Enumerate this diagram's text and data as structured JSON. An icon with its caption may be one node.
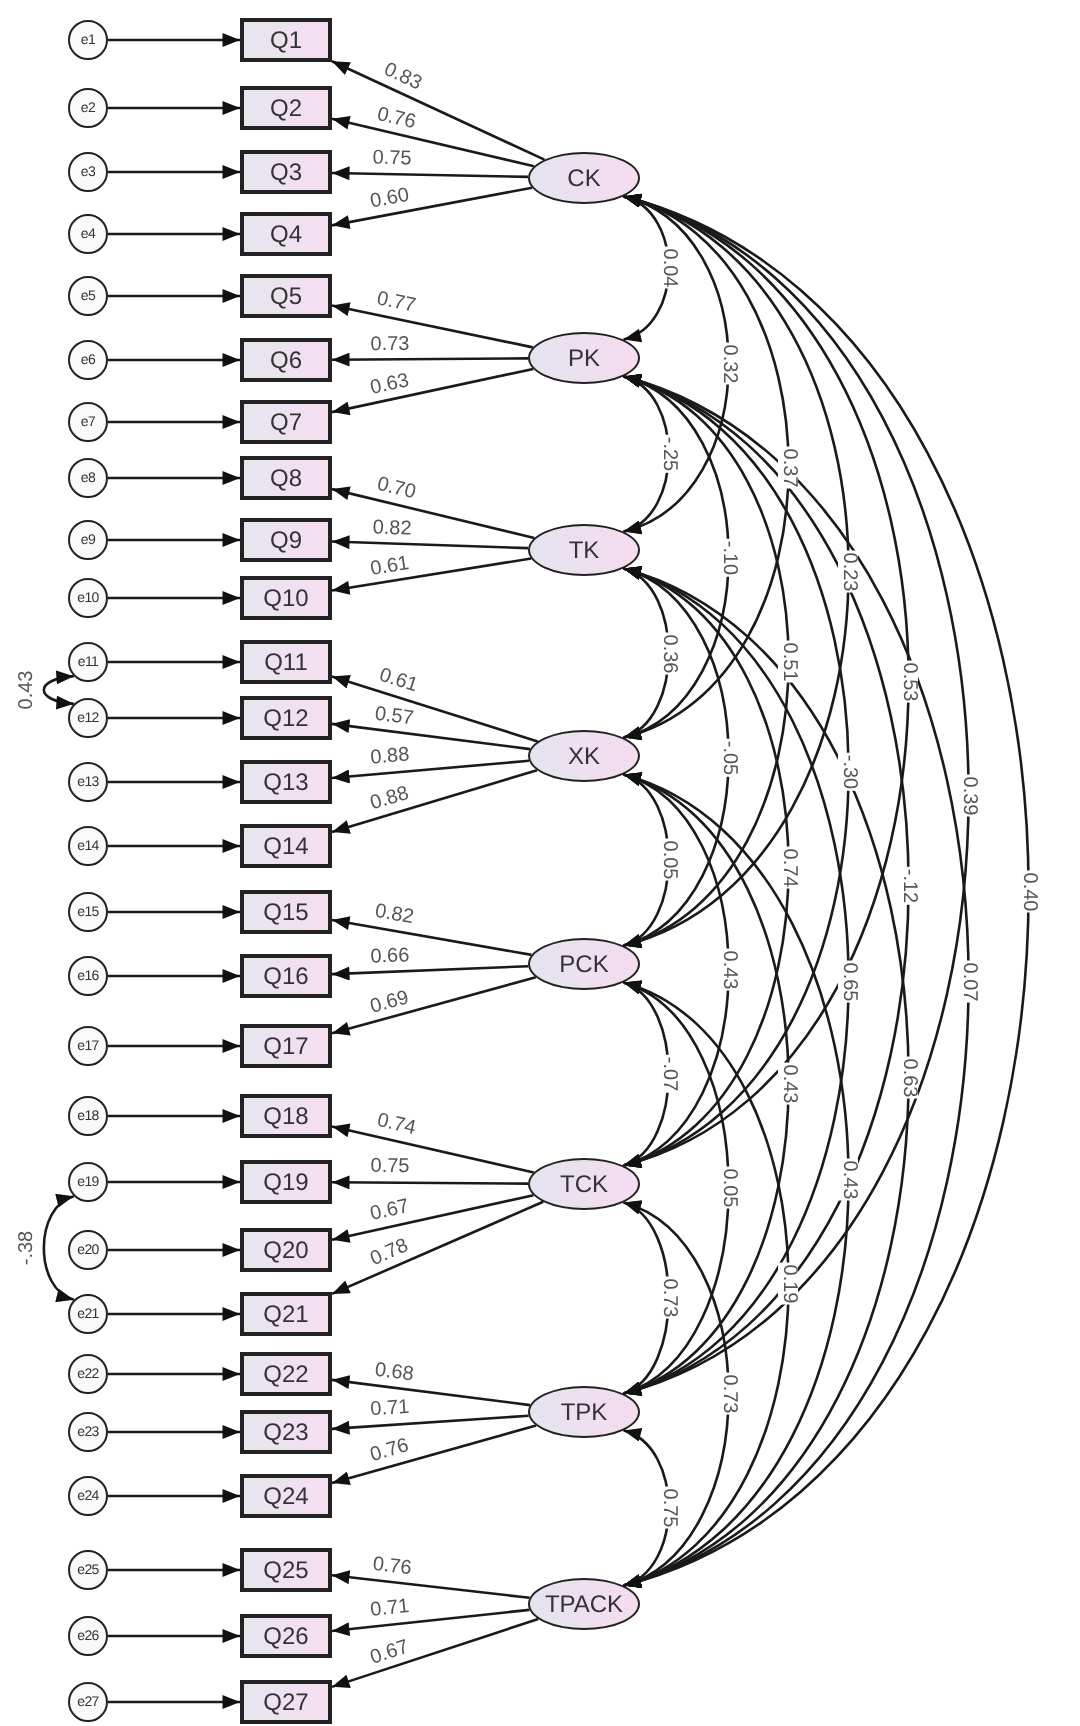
{
  "diagram": {
    "nodes": [
      {
        "text": [
          "e1"
        ]
      },
      {
        "text": [
          "e2"
        ]
      },
      {
        "text": [
          "e3"
        ]
      },
      {
        "text": [
          "e4"
        ]
      },
      {
        "text": [
          "e5"
        ]
      },
      {
        "text": [
          "e6"
        ]
      },
      {
        "text": [
          "e7"
        ]
      },
      {
        "text": [
          "e8"
        ]
      },
      {
        "text": [
          "e9"
        ]
      },
      {
        "text": [
          "e10"
        ]
      },
      {
        "text": [
          "e11"
        ]
      },
      {
        "text": [
          "e12"
        ]
      },
      {
        "text": [
          "e13"
        ]
      },
      {
        "text": [
          "e14"
        ]
      },
      {
        "text": [
          "e15"
        ]
      },
      {
        "text": [
          "e16"
        ]
      },
      {
        "text": [
          "e17"
        ]
      },
      {
        "text": [
          "e18"
        ]
      },
      {
        "text": [
          "e19"
        ]
      },
      {
        "text": [
          "e20"
        ]
      },
      {
        "text": [
          "e21"
        ]
      },
      {
        "text": [
          "e22"
        ]
      },
      {
        "text": [
          "e23"
        ]
      },
      {
        "text": [
          "e24"
        ]
      },
      {
        "text": [
          "e25"
        ]
      },
      {
        "text": [
          "e26"
        ]
      },
      {
        "text": [
          "e27"
        ]
      },
      {
        "text": [
          "Q1"
        ]
      },
      {
        "text": [
          "Q2"
        ]
      },
      {
        "text": [
          "Q3"
        ]
      },
      {
        "text": [
          "Q4"
        ]
      },
      {
        "text": [
          "Q5"
        ]
      },
      {
        "text": [
          "Q6"
        ]
      },
      {
        "text": [
          "Q7"
        ]
      },
      {
        "text": [
          "Q8"
        ]
      },
      {
        "text": [
          "Q9"
        ]
      },
      {
        "text": [
          "Q10"
        ]
      },
      {
        "text": [
          "Q11"
        ]
      },
      {
        "text": [
          "Q12"
        ]
      },
      {
        "text": [
          "Q13"
        ]
      },
      {
        "text": [
          "Q14"
        ]
      },
      {
        "text": [
          "Q15"
        ]
      },
      {
        "text": [
          "Q16"
        ]
      },
      {
        "text": [
          "Q17"
        ]
      },
      {
        "text": [
          "Q18"
        ]
      },
      {
        "text": [
          "Q19"
        ]
      },
      {
        "text": [
          "Q20"
        ]
      },
      {
        "text": [
          "Q21"
        ]
      },
      {
        "text": [
          "Q22"
        ]
      },
      {
        "text": [
          "Q23"
        ]
      },
      {
        "text": [
          "Q24"
        ]
      },
      {
        "text": [
          "Q25"
        ]
      },
      {
        "text": [
          "Q26"
        ]
      },
      {
        "text": [
          "Q27"
        ]
      },
      {
        "text": [
          "CK"
        ]
      },
      {
        "text": [
          "PK"
        ]
      },
      {
        "text": [
          "TK"
        ]
      },
      {
        "text": [
          "XK"
        ]
      },
      {
        "text": [
          "PCK"
        ]
      },
      {
        "text": [
          "TCK"
        ]
      },
      {
        "text": [
          "TPK"
        ]
      },
      {
        "text": [
          "TPACK"
        ]
      }
    ],
    "edges": [
      {
        "from": 0,
        "to": 27,
        "arrow": "to"
      },
      {
        "from": 1,
        "to": 28,
        "arrow": "to"
      },
      {
        "from": 2,
        "to": 29,
        "arrow": "to"
      },
      {
        "from": 3,
        "to": 30,
        "arrow": "to"
      },
      {
        "from": 4,
        "to": 31,
        "arrow": "to"
      },
      {
        "from": 5,
        "to": 32,
        "arrow": "to"
      },
      {
        "from": 6,
        "to": 33,
        "arrow": "to"
      },
      {
        "from": 7,
        "to": 34,
        "arrow": "to"
      },
      {
        "from": 8,
        "to": 35,
        "arrow": "to"
      },
      {
        "from": 9,
        "to": 36,
        "arrow": "to"
      },
      {
        "from": 10,
        "to": 37,
        "arrow": "to"
      },
      {
        "from": 11,
        "to": 38,
        "arrow": "to"
      },
      {
        "from": 12,
        "to": 39,
        "arrow": "to"
      },
      {
        "from": 13,
        "to": 40,
        "arrow": "to"
      },
      {
        "from": 14,
        "to": 41,
        "arrow": "to"
      },
      {
        "from": 15,
        "to": 42,
        "arrow": "to"
      },
      {
        "from": 16,
        "to": 43,
        "arrow": "to"
      },
      {
        "from": 17,
        "to": 44,
        "arrow": "to"
      },
      {
        "from": 18,
        "to": 45,
        "arrow": "to"
      },
      {
        "from": 19,
        "to": 46,
        "arrow": "to"
      },
      {
        "from": 20,
        "to": 47,
        "arrow": "to"
      },
      {
        "from": 21,
        "to": 48,
        "arrow": "to"
      },
      {
        "from": 22,
        "to": 49,
        "arrow": "to"
      },
      {
        "from": 23,
        "to": 50,
        "arrow": "to"
      },
      {
        "from": 24,
        "to": 51,
        "arrow": "to"
      },
      {
        "from": 25,
        "to": 52,
        "arrow": "to"
      },
      {
        "from": 26,
        "to": 53,
        "arrow": "to"
      },
      {
        "from": 54,
        "to": 27,
        "arrow": "to",
        "label": "0.83"
      },
      {
        "from": 54,
        "to": 28,
        "arrow": "to",
        "label": "0.76"
      },
      {
        "from": 54,
        "to": 29,
        "arrow": "to",
        "label": "0.75"
      },
      {
        "from": 54,
        "to": 30,
        "arrow": "to",
        "label": "0.60"
      },
      {
        "from": 55,
        "to": 31,
        "arrow": "to",
        "label": "0.77"
      },
      {
        "from": 55,
        "to": 32,
        "arrow": "to",
        "label": "0.73"
      },
      {
        "from": 55,
        "to": 33,
        "arrow": "to",
        "label": "0.63"
      },
      {
        "from": 56,
        "to": 34,
        "arrow": "to",
        "label": "0.70"
      },
      {
        "from": 56,
        "to": 35,
        "arrow": "to",
        "label": "0.82"
      },
      {
        "from": 56,
        "to": 36,
        "arrow": "to",
        "label": "0.61"
      },
      {
        "from": 57,
        "to": 37,
        "arrow": "to",
        "label": "0.61"
      },
      {
        "from": 57,
        "to": 38,
        "arrow": "to",
        "label": "0.57"
      },
      {
        "from": 57,
        "to": 39,
        "arrow": "to",
        "label": "0.88"
      },
      {
        "from": 57,
        "to": 40,
        "arrow": "to",
        "label": "0.88"
      },
      {
        "from": 58,
        "to": 41,
        "arrow": "to",
        "label": "0.82"
      },
      {
        "from": 58,
        "to": 42,
        "arrow": "to",
        "label": "0.66"
      },
      {
        "from": 58,
        "to": 43,
        "arrow": "to",
        "label": "0.69"
      },
      {
        "from": 59,
        "to": 44,
        "arrow": "to",
        "label": "0.74"
      },
      {
        "from": 59,
        "to": 45,
        "arrow": "to",
        "label": "0.75"
      },
      {
        "from": 59,
        "to": 46,
        "arrow": "to",
        "label": "0.67"
      },
      {
        "from": 59,
        "to": 47,
        "arrow": "to",
        "label": "0.78"
      },
      {
        "from": 60,
        "to": 48,
        "arrow": "to",
        "label": "0.68"
      },
      {
        "from": 60,
        "to": 49,
        "arrow": "to",
        "label": "0.71"
      },
      {
        "from": 60,
        "to": 50,
        "arrow": "to",
        "label": "0.76"
      },
      {
        "from": 61,
        "to": 51,
        "arrow": "to",
        "label": "0.76"
      },
      {
        "from": 61,
        "to": 52,
        "arrow": "to",
        "label": "0.71"
      },
      {
        "from": 61,
        "to": 53,
        "arrow": "to",
        "label": "0.67"
      },
      {
        "from": 10,
        "to": 11,
        "arrow": "both",
        "label": "0.43"
      },
      {
        "from": 18,
        "to": 20,
        "arrow": "both",
        "label": "-.38"
      },
      {
        "from": 54,
        "to": 55,
        "arrow": "both",
        "label": "0.04"
      },
      {
        "from": 54,
        "to": 56,
        "arrow": "both",
        "label": "0.32"
      },
      {
        "from": 54,
        "to": 57,
        "arrow": "both",
        "label": "0.37"
      },
      {
        "from": 54,
        "to": 58,
        "arrow": "both",
        "label": "0.23"
      },
      {
        "from": 54,
        "to": 59,
        "arrow": "both",
        "label": "0.53"
      },
      {
        "from": 54,
        "to": 60,
        "arrow": "both",
        "label": "0.39"
      },
      {
        "from": 54,
        "to": 61,
        "arrow": "both",
        "label": "0.40"
      },
      {
        "from": 55,
        "to": 56,
        "arrow": "both",
        "label": "-.25"
      },
      {
        "from": 55,
        "to": 57,
        "arrow": "both",
        "label": "-.10"
      },
      {
        "from": 55,
        "to": 58,
        "arrow": "both",
        "label": "0.51"
      },
      {
        "from": 55,
        "to": 59,
        "arrow": "both",
        "label": "-.30"
      },
      {
        "from": 55,
        "to": 60,
        "arrow": "both",
        "label": "-.12"
      },
      {
        "from": 55,
        "to": 61,
        "arrow": "both",
        "label": "0.07"
      },
      {
        "from": 56,
        "to": 57,
        "arrow": "both",
        "label": "0.36"
      },
      {
        "from": 56,
        "to": 58,
        "arrow": "both",
        "label": "-.05"
      },
      {
        "from": 56,
        "to": 59,
        "arrow": "both",
        "label": "0.74"
      },
      {
        "from": 56,
        "to": 60,
        "arrow": "both",
        "label": "0.65"
      },
      {
        "from": 56,
        "to": 61,
        "arrow": "both",
        "label": "0.63"
      },
      {
        "from": 57,
        "to": 58,
        "arrow": "both",
        "label": "0.05"
      },
      {
        "from": 57,
        "to": 59,
        "arrow": "both",
        "label": "0.43"
      },
      {
        "from": 57,
        "to": 60,
        "arrow": "both",
        "label": "0.43"
      },
      {
        "from": 57,
        "to": 61,
        "arrow": "both",
        "label": "0.43"
      },
      {
        "from": 58,
        "to": 59,
        "arrow": "both",
        "label": "-.07"
      },
      {
        "from": 58,
        "to": 60,
        "arrow": "both",
        "label": "0.05"
      },
      {
        "from": 58,
        "to": 61,
        "arrow": "both",
        "label": "0.19"
      },
      {
        "from": 59,
        "to": 60,
        "arrow": "both",
        "label": "0.73"
      },
      {
        "from": 59,
        "to": 61,
        "arrow": "both",
        "label": "0.73"
      },
      {
        "from": 60,
        "to": 61,
        "arrow": "both",
        "label": "0.75"
      }
    ]
  }
}
